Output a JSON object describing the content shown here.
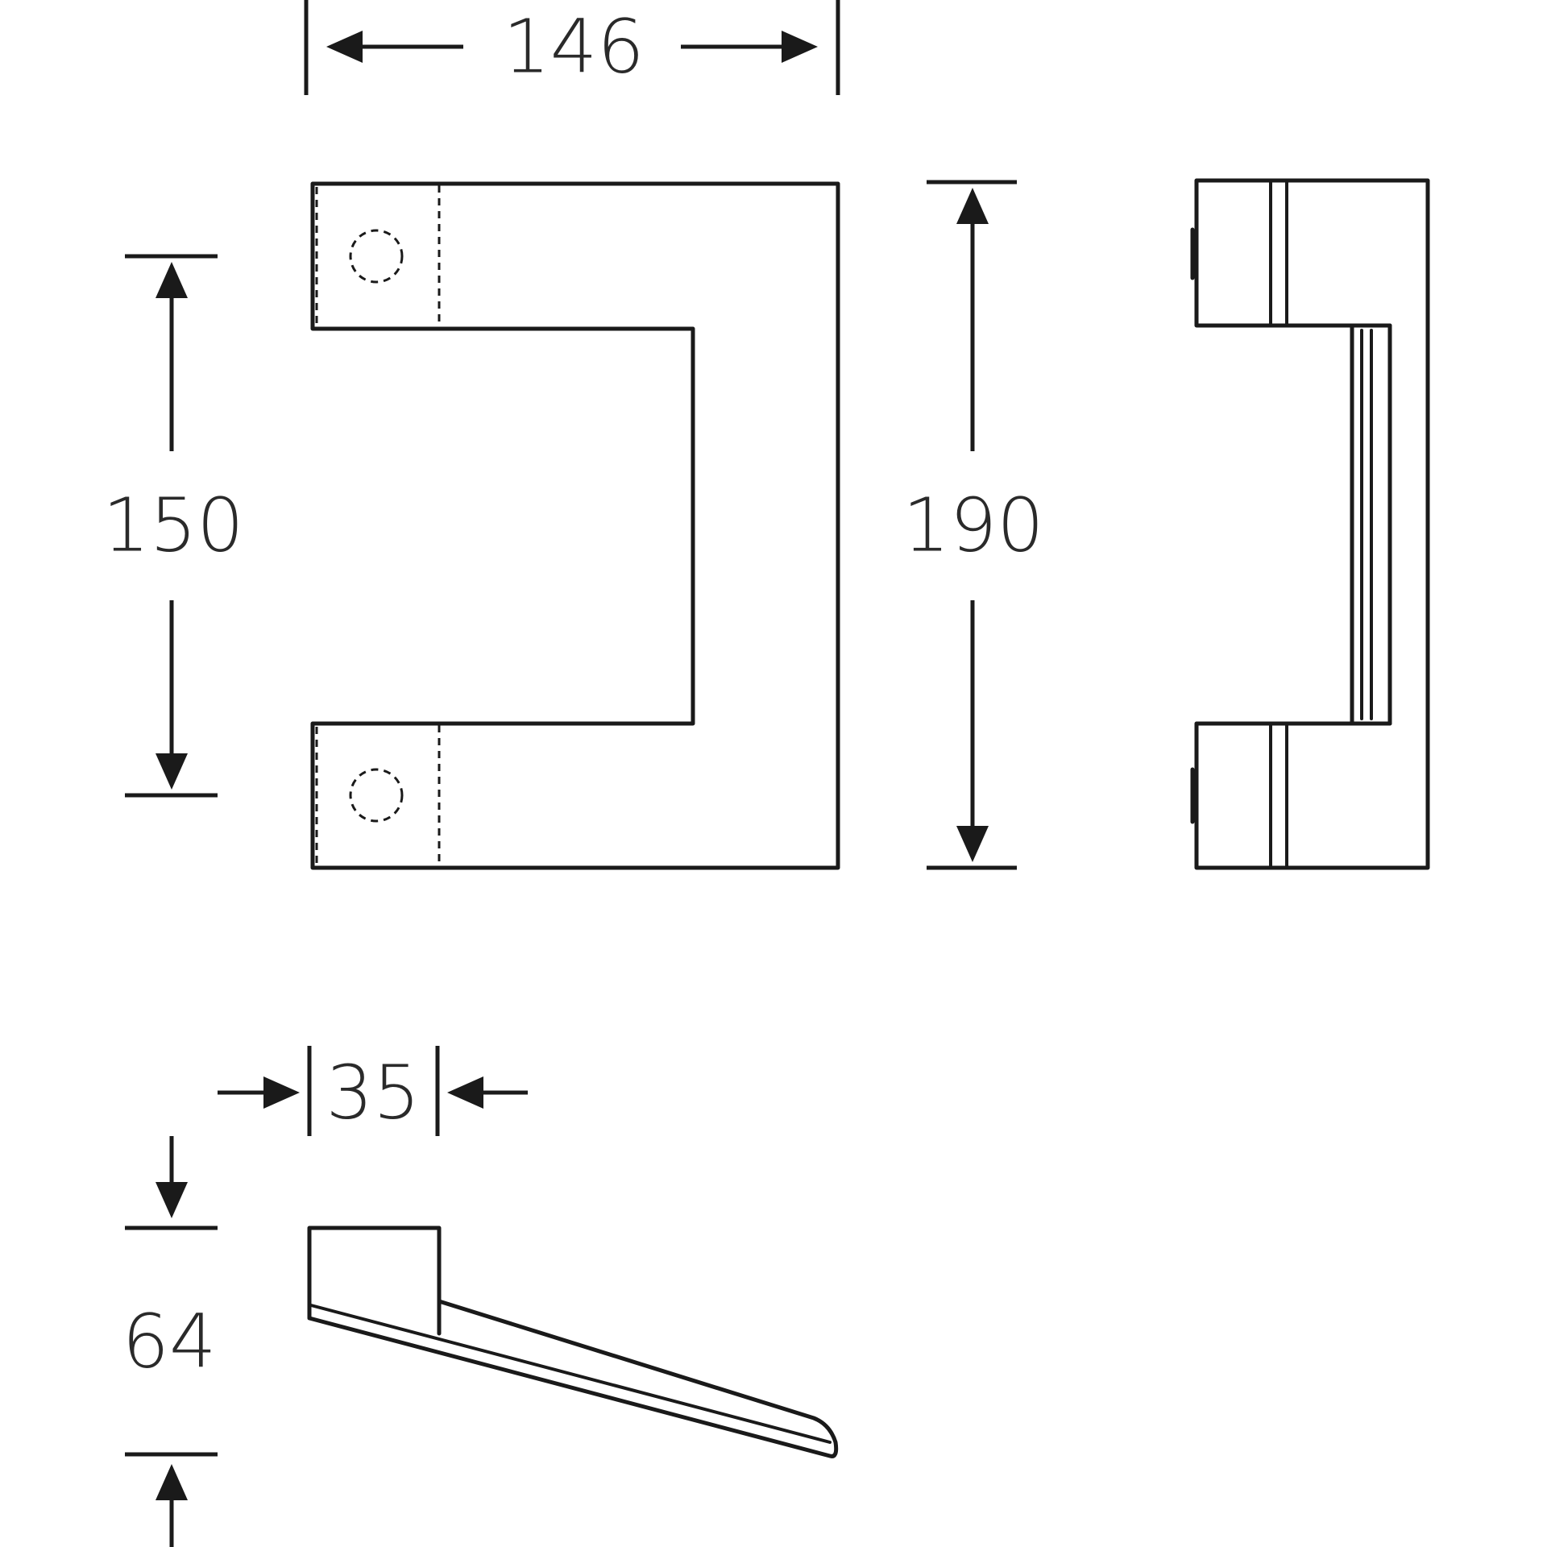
{
  "drawing": {
    "line_color": "#1a1a1a",
    "background": "#ffffff",
    "views": [
      "front-view",
      "side-view",
      "top-view"
    ]
  },
  "dimensions": {
    "width": "146",
    "inner_height": "150",
    "overall_height": "190",
    "leg_width": "35",
    "depth": "64"
  }
}
